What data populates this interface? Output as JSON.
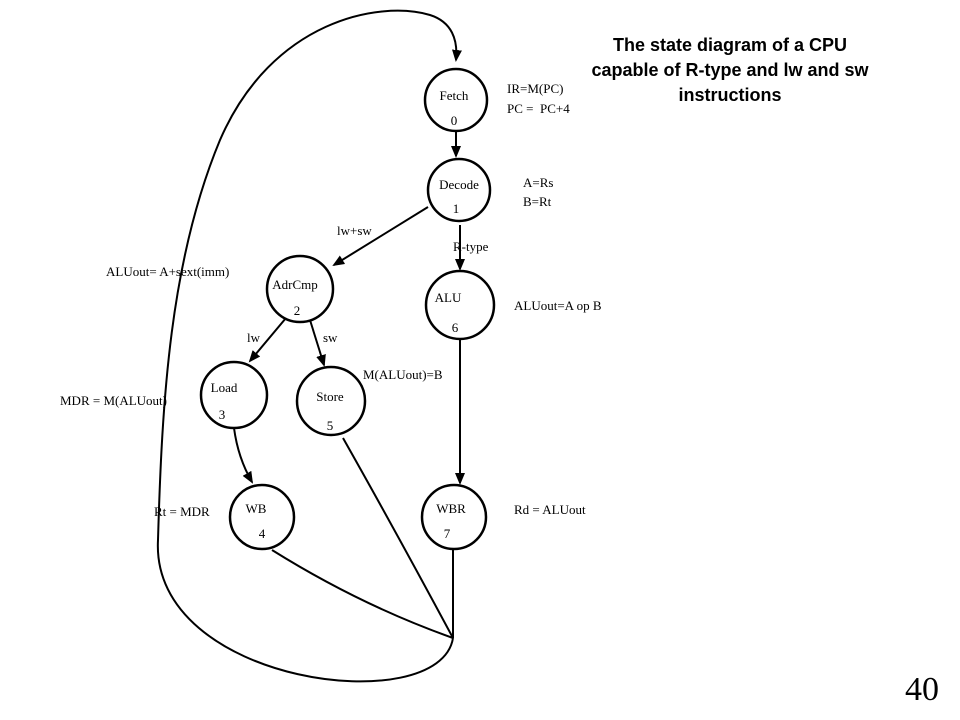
{
  "title": {
    "line1": "The state diagram of a CPU",
    "line2": "capable of R-type and lw and sw",
    "line3": "instructions"
  },
  "page_number": "40",
  "states": {
    "fetch": {
      "name": "Fetch",
      "num": "0"
    },
    "decode": {
      "name": "Decode",
      "num": "1"
    },
    "adrcmp": {
      "name": "AdrCmp",
      "num": "2"
    },
    "load": {
      "name": "Load",
      "num": "3"
    },
    "wb": {
      "name": "WB",
      "num": "4"
    },
    "store": {
      "name": "Store",
      "num": "5"
    },
    "alu": {
      "name": "ALU",
      "num": "6"
    },
    "wbr": {
      "name": "WBR",
      "num": "7"
    }
  },
  "actions": {
    "fetch_1": "IR=M(PC)",
    "fetch_2": "PC =  PC+4",
    "decode_1": "A=Rs",
    "decode_2": "B=Rt",
    "adrcmp": "ALUout= A+sext(imm)",
    "alu": "ALUout=A op B",
    "load": "MDR = M(ALUout)",
    "store": "M(ALUout)=B",
    "wb": "Rt = MDR",
    "wbr": "Rd = ALUout"
  },
  "edge_labels": {
    "lw_sw": "lw+sw",
    "rtype": "R-type",
    "lw": "lw",
    "sw": "sw"
  }
}
